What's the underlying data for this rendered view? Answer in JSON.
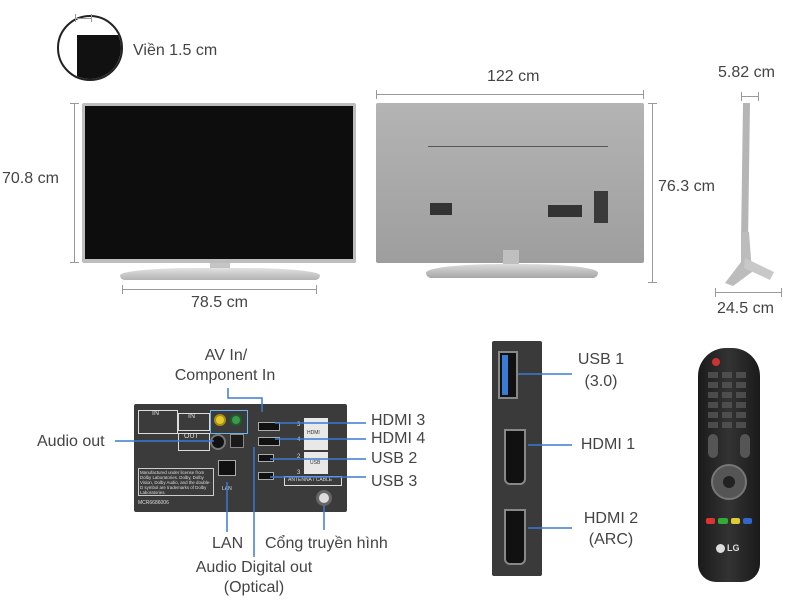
{
  "dimensions": {
    "bezel": "Viền 1.5 cm",
    "front_height": "70.8 cm",
    "front_width": "78.5 cm",
    "back_width": "122 cm",
    "back_height": "76.3 cm",
    "depth_top": "5.82 cm",
    "depth_stand": "24.5 cm"
  },
  "ports_panel": {
    "av_in_line1": "AV In/",
    "av_in_line2": "Component In",
    "audio_out": "Audio out",
    "hdmi3": "HDMI 3",
    "hdmi4": "HDMI 4",
    "usb2": "USB 2",
    "usb3": "USB 3",
    "lan": "LAN",
    "antenna": "Cổng truyền hình",
    "optical_line1": "Audio Digital out",
    "optical_line2": "(Optical)",
    "panel_in": "IN",
    "panel_out": "OUT",
    "panel_lan": "LAN",
    "panel_antenna": "ANTENNA / CABLE",
    "panel_hdmi": "HDMI",
    "panel_usb": "USB",
    "panel_num_3": "3",
    "panel_num_4": "4",
    "panel_num_2": "2",
    "panel_num_3b": "3",
    "panel_model": "MCR6686006",
    "panel_dolby_text": "Manufactured under license from Dolby Laboratories. Dolby, Dolby Vision, Dolby Audio, and the double-D symbol are trademarks of Dolby Laboratories."
  },
  "side_ports": {
    "usb1_line1": "USB 1",
    "usb1_line2": "(3.0)",
    "hdmi1": "HDMI 1",
    "hdmi2_line1": "HDMI 2",
    "hdmi2_line2": "(ARC)"
  },
  "remote": {
    "brand": "LG"
  },
  "colors": {
    "screen": "#0d0d0d",
    "tv_silver": "#c8c8c8",
    "back_gray": "#a9a9a9",
    "dim_line": "#9a9a9a",
    "usb_blue": "#3a7bd5",
    "yellow_port": "#e3c72b",
    "green_port": "#3c9a4c",
    "remote_body": "#1f1f1f"
  }
}
